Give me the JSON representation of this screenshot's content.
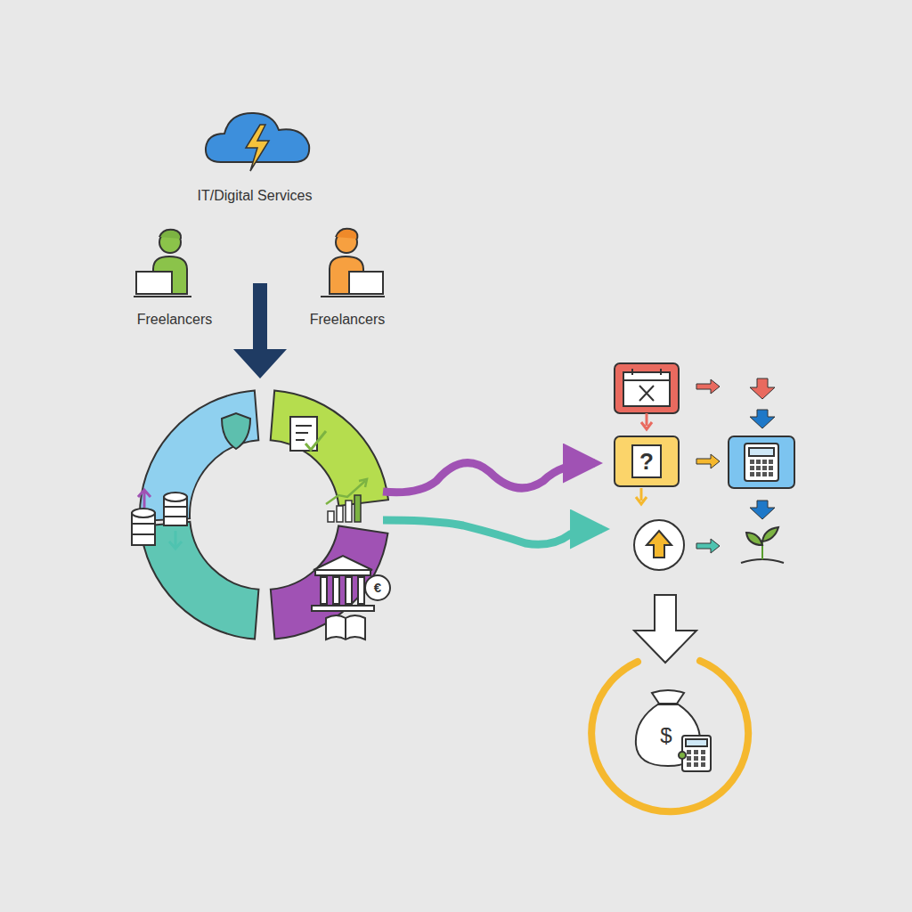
{
  "diagram": {
    "labels": [
      "IT/Digital Services",
      "Freelancers",
      "Freelancers",
      "?",
      "€",
      "$"
    ]
  }
}
